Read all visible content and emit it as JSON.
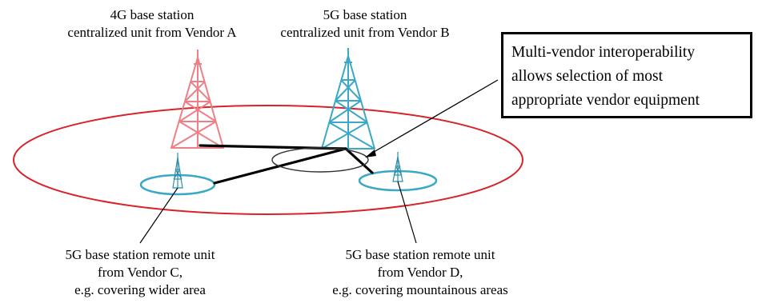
{
  "labels": {
    "tower_4g": [
      "4G base station",
      "centralized unit from Vendor A"
    ],
    "tower_5g": [
      "5G base station",
      "centralized unit from Vendor B"
    ],
    "remote_c": [
      "5G base station remote unit",
      "from Vendor C,",
      "e.g. covering wider area"
    ],
    "remote_d": [
      "5G base station remote unit",
      "from Vendor D,",
      "e.g. covering mountainous areas"
    ],
    "callout": [
      "Multi-vendor interoperability",
      "allows selection of most",
      "appropriate vendor equipment"
    ]
  },
  "colors": {
    "tower_4g": "#ef7f86",
    "tower_5g": "#3aa8c6",
    "coverage_ellipse": "#d8232a",
    "remote_ring": "#3aa8c6",
    "links": "#000000",
    "text": "#000000"
  }
}
